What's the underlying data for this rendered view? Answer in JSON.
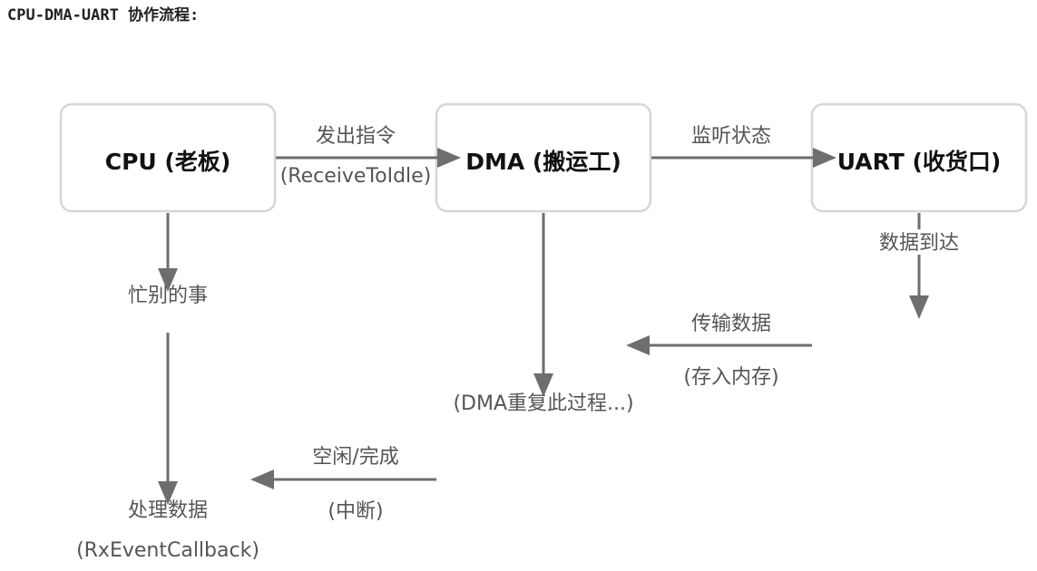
{
  "title": "CPU-DMA-UART 协作流程:",
  "nodes": {
    "cpu": "CPU (老板)",
    "dma": "DMA (搬运工)",
    "uart": "UART (收货口)"
  },
  "edges": {
    "cpu_to_dma": {
      "label": "发出指令",
      "sublabel": "(ReceiveToIdle)"
    },
    "dma_to_uart": {
      "label": "监听状态"
    },
    "uart_down": {
      "label": "数据到达"
    },
    "transfer": {
      "label": "传输数据",
      "sublabel": "(存入内存)"
    },
    "dma_down": {
      "label": "(DMA重复此过程...)"
    },
    "cpu_down": {
      "label": "忙别的事"
    },
    "cpu_result": {
      "label": "处理数据",
      "sublabel": "(RxEventCallback)"
    },
    "idle": {
      "label": "空闲/完成",
      "sublabel": "(中断)"
    }
  },
  "colors": {
    "arrow": "#6e6e6e",
    "box_border": "#d6d6d6",
    "label_text": "#555555",
    "node_text": "#111111"
  }
}
